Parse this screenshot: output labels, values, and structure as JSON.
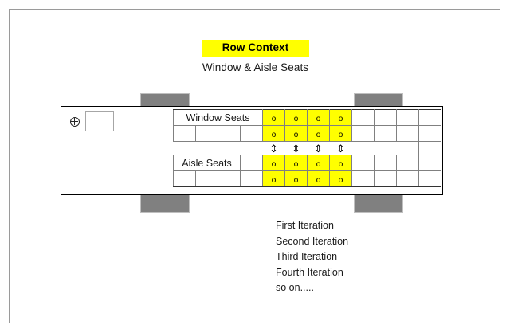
{
  "slide": {
    "title": "Row Context",
    "subtitle": "Window & Aisle Seats",
    "title_highlight_color": "#ffff00",
    "seat_highlight_color": "#ffff00",
    "wing_color": "#808080"
  },
  "cockpit": {
    "crosshair_icon": "crosshair-icon",
    "box_label": ""
  },
  "grid": {
    "window_label": "Window Seats",
    "aisle_label": "Aisle Seats",
    "seat_glyph": "o",
    "arrow_glyph": "⇕",
    "columns": 9,
    "highlighted_columns": [
      5,
      6,
      7,
      8
    ],
    "rows": [
      {
        "name": "window-label-row",
        "cells": [
          {
            "type": "label",
            "text": "Window Seats",
            "colspan": 4
          },
          {
            "type": "seat",
            "text": "o"
          },
          {
            "type": "seat",
            "text": "o"
          },
          {
            "type": "seat",
            "text": "o"
          },
          {
            "type": "seat",
            "text": "o"
          },
          {
            "type": "empty",
            "text": ""
          },
          {
            "type": "empty",
            "text": ""
          },
          {
            "type": "empty",
            "text": ""
          },
          {
            "type": "empty",
            "text": ""
          }
        ]
      },
      {
        "name": "window-seat-row",
        "cells": [
          {
            "type": "empty",
            "text": ""
          },
          {
            "type": "empty",
            "text": ""
          },
          {
            "type": "empty",
            "text": ""
          },
          {
            "type": "empty",
            "text": ""
          },
          {
            "type": "seat",
            "text": "o"
          },
          {
            "type": "seat",
            "text": "o"
          },
          {
            "type": "seat",
            "text": "o"
          },
          {
            "type": "seat",
            "text": "o"
          },
          {
            "type": "empty",
            "text": ""
          },
          {
            "type": "empty",
            "text": ""
          },
          {
            "type": "empty",
            "text": ""
          },
          {
            "type": "empty",
            "text": ""
          }
        ]
      },
      {
        "name": "aisle-gap-row",
        "arrows": [
          "⇕",
          "⇕",
          "⇕",
          "⇕"
        ]
      },
      {
        "name": "aisle-label-row",
        "cells": [
          {
            "type": "label",
            "text": "Aisle Seats",
            "colspan": 3
          },
          {
            "type": "empty",
            "text": ""
          },
          {
            "type": "seat",
            "text": "o"
          },
          {
            "type": "seat",
            "text": "o"
          },
          {
            "type": "seat",
            "text": "o"
          },
          {
            "type": "seat",
            "text": "o"
          },
          {
            "type": "empty",
            "text": ""
          },
          {
            "type": "empty",
            "text": ""
          },
          {
            "type": "empty",
            "text": ""
          },
          {
            "type": "empty",
            "text": ""
          }
        ]
      },
      {
        "name": "aisle-seat-row",
        "cells": [
          {
            "type": "empty",
            "text": ""
          },
          {
            "type": "empty",
            "text": ""
          },
          {
            "type": "empty",
            "text": ""
          },
          {
            "type": "empty",
            "text": ""
          },
          {
            "type": "seat",
            "text": "o"
          },
          {
            "type": "seat",
            "text": "o"
          },
          {
            "type": "seat",
            "text": "o"
          },
          {
            "type": "seat",
            "text": "o"
          },
          {
            "type": "empty",
            "text": ""
          },
          {
            "type": "empty",
            "text": ""
          },
          {
            "type": "empty",
            "text": ""
          },
          {
            "type": "empty",
            "text": ""
          }
        ]
      }
    ]
  },
  "iterations": [
    "First Iteration",
    "Second Iteration",
    "Third Iteration",
    "Fourth Iteration",
    "so on....."
  ]
}
